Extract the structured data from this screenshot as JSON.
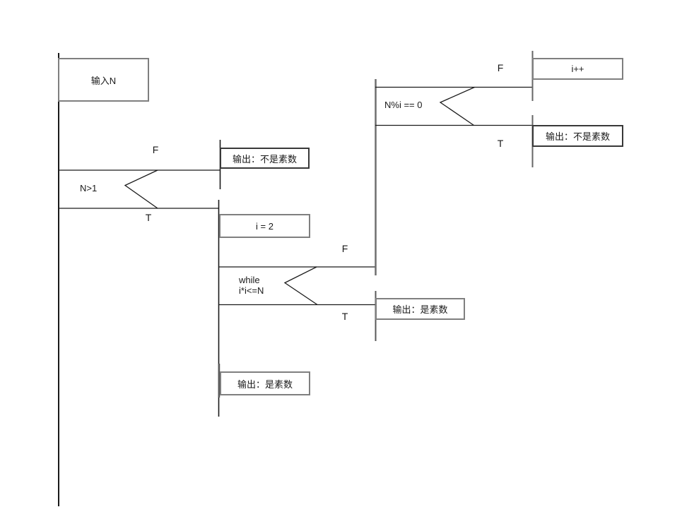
{
  "diagram": {
    "boxes": {
      "input_n": {
        "label": "输入N"
      },
      "out_not_prime_mid": {
        "label": "输出：不是素数"
      },
      "i_eq_2": {
        "label": "i = 2"
      },
      "out_prime_right": {
        "label": "输出：是素数"
      },
      "out_prime_bottom": {
        "label": "输出：是素数"
      },
      "i_increment": {
        "label": "i++"
      },
      "out_not_prime_right": {
        "label": "输出：不是素数"
      }
    },
    "branches": {
      "n_gt_1": {
        "condition": "N>1",
        "false_label": "F",
        "true_label": "T"
      },
      "while_loop": {
        "condition_line1": "while",
        "condition_line2": "i*i<=N",
        "false_label": "F",
        "true_label": "T"
      },
      "mod_check": {
        "condition": "N%i == 0",
        "false_label": "F",
        "true_label": "T"
      }
    },
    "colors": {
      "line_black": "#1a1a1a",
      "spine_gray": "#6e6e6e",
      "box_border_gray": "#7f7f7f",
      "box_border_dark": "#383838",
      "background": "#ffffff"
    }
  }
}
